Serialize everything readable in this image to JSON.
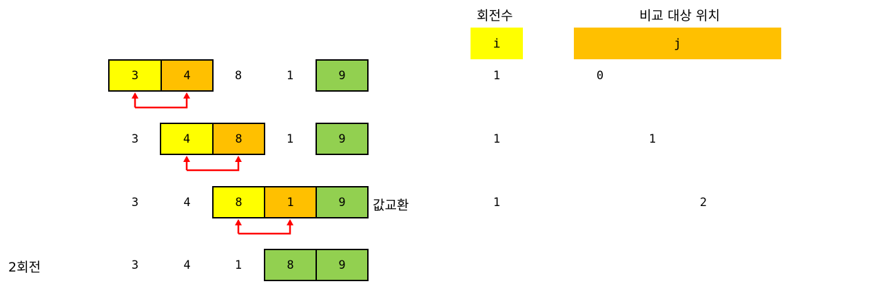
{
  "header": {
    "round_label": "회전수",
    "compare_label": "비교 대상 위치",
    "i_label": "i",
    "j_label": "j"
  },
  "rows": [
    {
      "cells": [
        "3",
        "4",
        "8",
        "1",
        "9"
      ],
      "i": "1",
      "j": "0"
    },
    {
      "cells": [
        "3",
        "4",
        "8",
        "1",
        "9"
      ],
      "i": "1",
      "j": "1"
    },
    {
      "cells": [
        "3",
        "4",
        "8",
        "1",
        "9"
      ],
      "i": "1",
      "j": "2",
      "note": "값교환"
    },
    {
      "cells": [
        "3",
        "4",
        "1",
        "8",
        "9"
      ],
      "row_label": "2회전"
    }
  ],
  "colors": {
    "yellow": "#ffff00",
    "orange": "#ffc000",
    "green": "#92d050",
    "arrow": "#ff0000"
  }
}
